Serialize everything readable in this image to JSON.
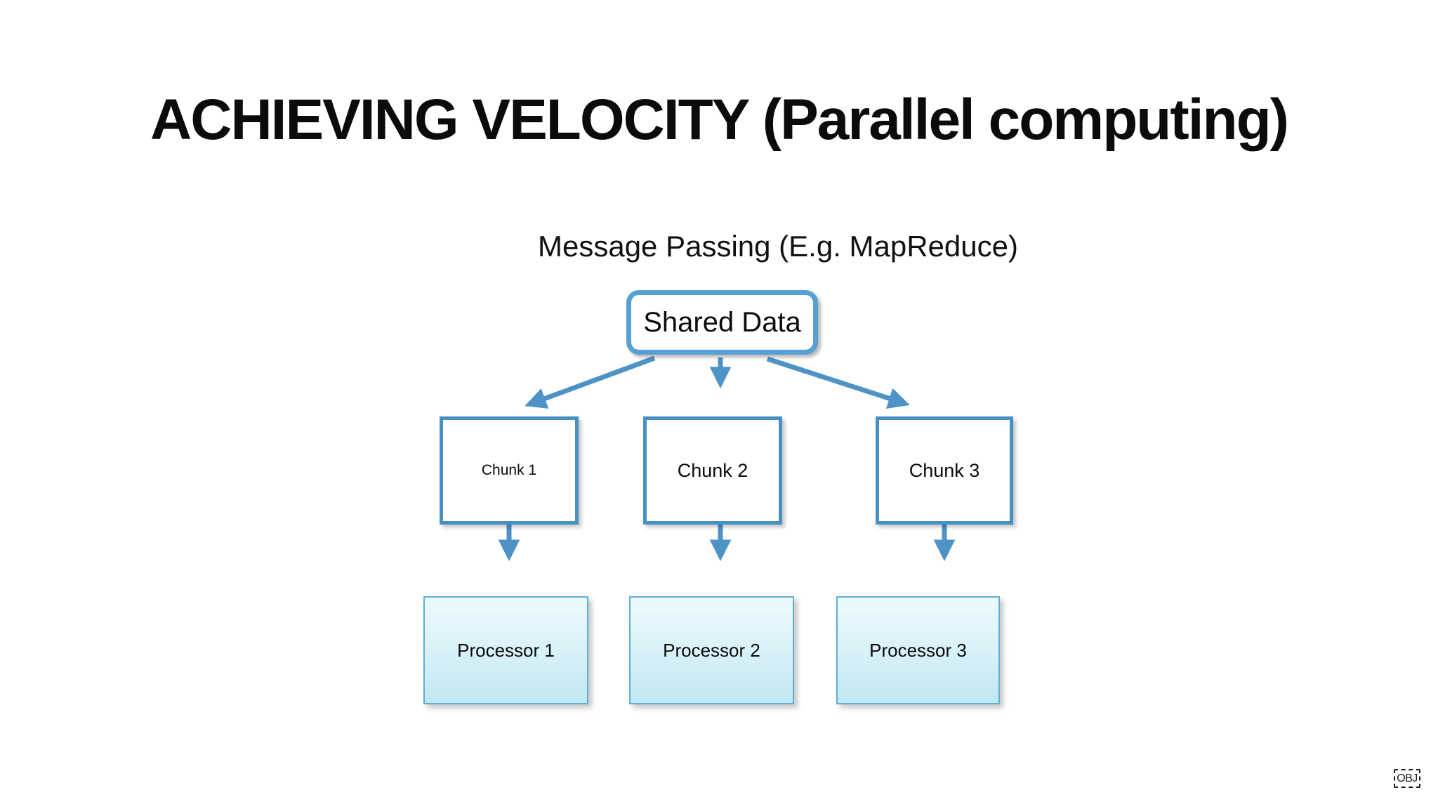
{
  "slide": {
    "title": "ACHIEVING VELOCITY (Parallel computing)",
    "subtitle": "Message Passing (E.g. MapReduce)",
    "diagram": {
      "root": {
        "label": "Shared Data"
      },
      "chunks": [
        {
          "label": "Chunk 1"
        },
        {
          "label": "Chunk 2"
        },
        {
          "label": "Chunk 3"
        }
      ],
      "processors": [
        {
          "label": "Processor 1"
        },
        {
          "label": "Processor 2"
        },
        {
          "label": "Processor 3"
        }
      ]
    },
    "object_placeholder": {
      "label": "OBJ"
    },
    "colors": {
      "background": "#ffffff",
      "text_black": "#0b0b0b",
      "arrow_blue": "#4e93c6",
      "shared_box_border": "#56a0d3",
      "chunk_box_border": "#4890c2",
      "processor_box_border": "#5fb0d5",
      "processor_gradient_top": "#ecfafd",
      "processor_gradient_bottom": "#bfe7f2"
    }
  }
}
